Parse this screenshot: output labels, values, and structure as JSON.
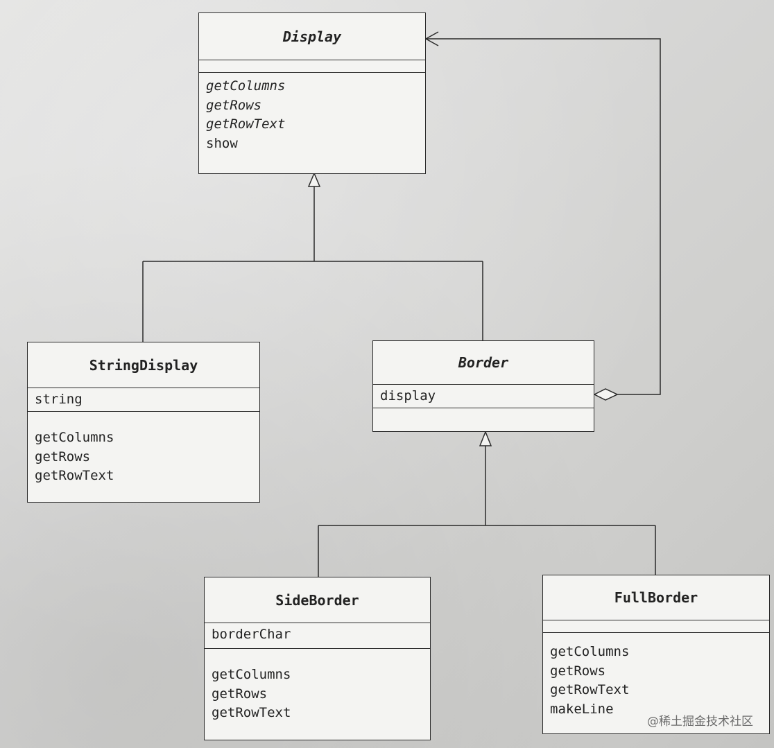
{
  "classes": {
    "display": {
      "name": "Display",
      "abstract": true,
      "fields": [],
      "methods": [
        {
          "name": "getColumns",
          "abstract": true
        },
        {
          "name": "getRows",
          "abstract": true
        },
        {
          "name": "getRowText",
          "abstract": true
        },
        {
          "name": "show",
          "abstract": false
        }
      ]
    },
    "string_display": {
      "name": "StringDisplay",
      "abstract": false,
      "fields": [
        "string"
      ],
      "methods": [
        {
          "name": "getColumns",
          "abstract": false
        },
        {
          "name": "getRows",
          "abstract": false
        },
        {
          "name": "getRowText",
          "abstract": false
        }
      ]
    },
    "border": {
      "name": "Border",
      "abstract": true,
      "fields": [
        "display"
      ],
      "methods": []
    },
    "side_border": {
      "name": "SideBorder",
      "abstract": false,
      "fields": [
        "borderChar"
      ],
      "methods": [
        {
          "name": "getColumns",
          "abstract": false
        },
        {
          "name": "getRows",
          "abstract": false
        },
        {
          "name": "getRowText",
          "abstract": false
        }
      ]
    },
    "full_border": {
      "name": "FullBorder",
      "abstract": false,
      "fields": [],
      "methods": [
        {
          "name": "getColumns",
          "abstract": false
        },
        {
          "name": "getRows",
          "abstract": false
        },
        {
          "name": "getRowText",
          "abstract": false
        },
        {
          "name": "makeLine",
          "abstract": false
        }
      ]
    }
  },
  "relations": [
    {
      "type": "generalization",
      "from": "StringDisplay",
      "to": "Display"
    },
    {
      "type": "generalization",
      "from": "Border",
      "to": "Display"
    },
    {
      "type": "generalization",
      "from": "SideBorder",
      "to": "Border"
    },
    {
      "type": "generalization",
      "from": "FullBorder",
      "to": "Border"
    },
    {
      "type": "aggregation",
      "from": "Border",
      "to": "Display"
    }
  ],
  "watermark": "@稀土掘金技术社区"
}
